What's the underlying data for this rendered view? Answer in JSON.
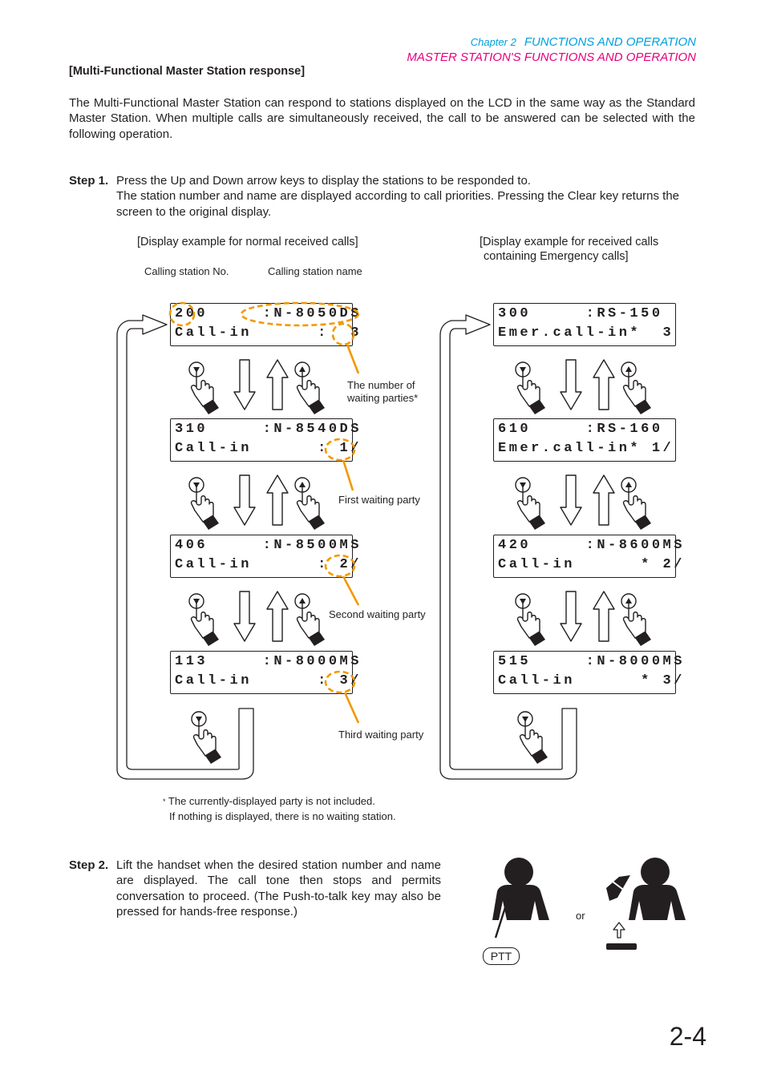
{
  "header": {
    "chapter": "Chapter 2",
    "chapter_title": "FUNCTIONS AND OPERATION",
    "section_title": "MASTER STATION'S FUNCTIONS AND OPERATION"
  },
  "section_heading": "[Multi-Functional Master Station response]",
  "intro": "The Multi-Functional Master Station can respond to stations displayed on the LCD in the same way as the Standard Master Station. When multiple calls are simultaneously received, the call to be answered can be selected with the following operation.",
  "step1": {
    "label": "Step 1.",
    "line1": "Press the Up and Down arrow keys to display the stations to be responded to.",
    "line2": "The station number and name are displayed according to call priorities. Pressing the Clear key returns the screen to the original display."
  },
  "diagram": {
    "normal_caption": "[Display example for normal received calls]",
    "emergency_caption_1": "[Display example for received calls",
    "emergency_caption_2": "containing Emergency calls]",
    "label_station_no": "Calling station No.",
    "label_station_name": "Calling station name",
    "label_waiting_1": "The number of",
    "label_waiting_2": "waiting parties*",
    "label_first": "First waiting party",
    "label_second": "Second waiting party",
    "label_third": "Third waiting party",
    "normal_displays": [
      {
        "line1": "200     :N-8050DS",
        "line2": "Call-in      :  3"
      },
      {
        "line1": "310     :N-8540DS",
        "line2": "Call-in      : 1/"
      },
      {
        "line1": "406     :N-8500MS",
        "line2": "Call-in      : 2/"
      },
      {
        "line1": "113     :N-8000MS",
        "line2": "Call-in      : 3/"
      }
    ],
    "emergency_displays": [
      {
        "line1": "300     :RS-150",
        "line2": "Emer.call-in*  3"
      },
      {
        "line1": "610     :RS-160",
        "line2": "Emer.call-in* 1/"
      },
      {
        "line1": "420     :N-8600MS",
        "line2": "Call-in      * 2/"
      },
      {
        "line1": "515     :N-8000MS",
        "line2": "Call-in      * 3/"
      }
    ],
    "footnote_1": "The currently-displayed party  is not included.",
    "footnote_2": "If nothing is displayed, there is no waiting station."
  },
  "step2": {
    "label": "Step 2.",
    "text": "Lift the handset when the desired station number and name are displayed. The call tone then stops and permits conversation to proceed. (The Push-to-talk key may also be pressed for hands-free response.)",
    "or_label": "or",
    "ptt_label": "PTT"
  },
  "page_number": "2-4",
  "colors": {
    "cyan": "#00a0dc",
    "magenta": "#e6007e",
    "orange": "#f39800"
  }
}
